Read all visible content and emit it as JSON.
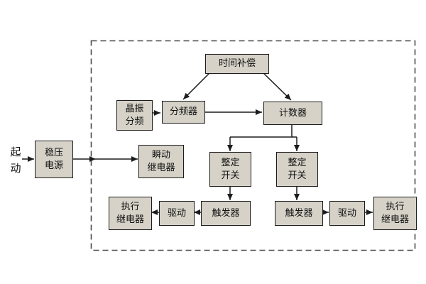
{
  "labels": {
    "start": "起\n动",
    "stabilized_power": "稳压\n电源",
    "time_compensation": "时间补偿",
    "crystal_osc_divider": "晶振\n分频",
    "frequency_divider": "分频器",
    "counter": "计数器",
    "instant_relay": "瞬动\n继电器",
    "setting_switch_left": "整定\n开关",
    "setting_switch_right": "整定\n开关",
    "trigger_left": "触发器",
    "trigger_right": "触发器",
    "drive_left": "驱动",
    "drive_right": "驱动",
    "exec_relay_left": "执行\n继电器",
    "exec_relay_right": "执行\n继电器"
  },
  "edges": [
    {
      "from": "start",
      "to": "stabilized_power"
    },
    {
      "from": "stabilized_power",
      "to": "dashed_module"
    },
    {
      "from": "stabilized_power",
      "to": "instant_relay"
    },
    {
      "from": "crystal_osc_divider",
      "to": "frequency_divider"
    },
    {
      "from": "frequency_divider",
      "to": "counter"
    },
    {
      "from": "time_compensation",
      "to": "frequency_divider"
    },
    {
      "from": "time_compensation",
      "to": "counter"
    },
    {
      "from": "counter",
      "to": "setting_switch_left"
    },
    {
      "from": "counter",
      "to": "setting_switch_right"
    },
    {
      "from": "setting_switch_left",
      "to": "trigger_left"
    },
    {
      "from": "setting_switch_right",
      "to": "trigger_right"
    },
    {
      "from": "trigger_left",
      "to": "drive_left"
    },
    {
      "from": "drive_left",
      "to": "exec_relay_left"
    },
    {
      "from": "trigger_right",
      "to": "drive_right"
    },
    {
      "from": "drive_right",
      "to": "exec_relay_right"
    }
  ],
  "colors": {
    "background": "#ffffff",
    "box_fill": "#d6d2c8",
    "box_border": "#1c1c1c",
    "line": "#1c1c1c",
    "dashed_boundary": "#4a4a4a"
  }
}
